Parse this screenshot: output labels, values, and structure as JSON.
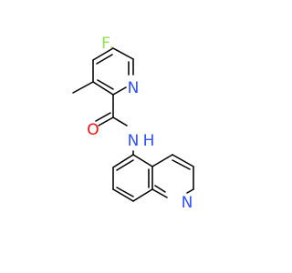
{
  "molecule": {
    "atoms": {
      "fluorine": {
        "symbol": "F",
        "color": "#90e050"
      },
      "pyridine_n": {
        "symbol": "N",
        "color": "#3050f8"
      },
      "carbonyl_o": {
        "symbol": "O",
        "color": "#ff0d0d"
      },
      "amide_nh": {
        "symbol": "N",
        "h": "H",
        "color": "#3050f8"
      },
      "quinoline_n": {
        "symbol": "N",
        "color": "#3050f8"
      }
    }
  }
}
